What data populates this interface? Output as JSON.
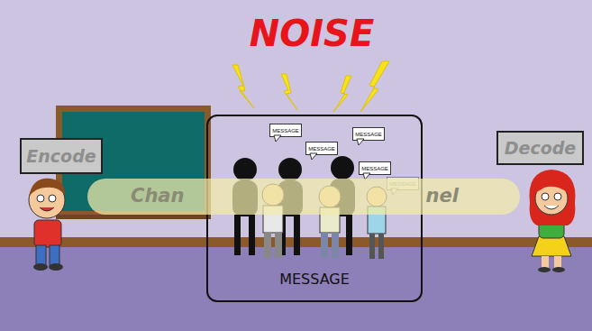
{
  "diagram": {
    "nodes": [
      {
        "text": [
          "Encode"
        ]
      },
      {
        "text": [
          "Chan",
          "nel"
        ]
      },
      {
        "text": [
          "MESSAGE"
        ]
      },
      {
        "text": [
          "MESSAGE"
        ],
        "in": 2
      },
      {
        "text": [
          "MESSAGE"
        ],
        "in": 2
      },
      {
        "text": [
          "MESSAGE"
        ],
        "in": 2
      },
      {
        "text": [
          "MESSAGE"
        ],
        "in": 2
      },
      {
        "text": [
          "MESSAGE"
        ],
        "in": 2
      },
      {
        "text": [
          "Decode"
        ]
      }
    ],
    "labels": [
      "NOISE"
    ]
  }
}
